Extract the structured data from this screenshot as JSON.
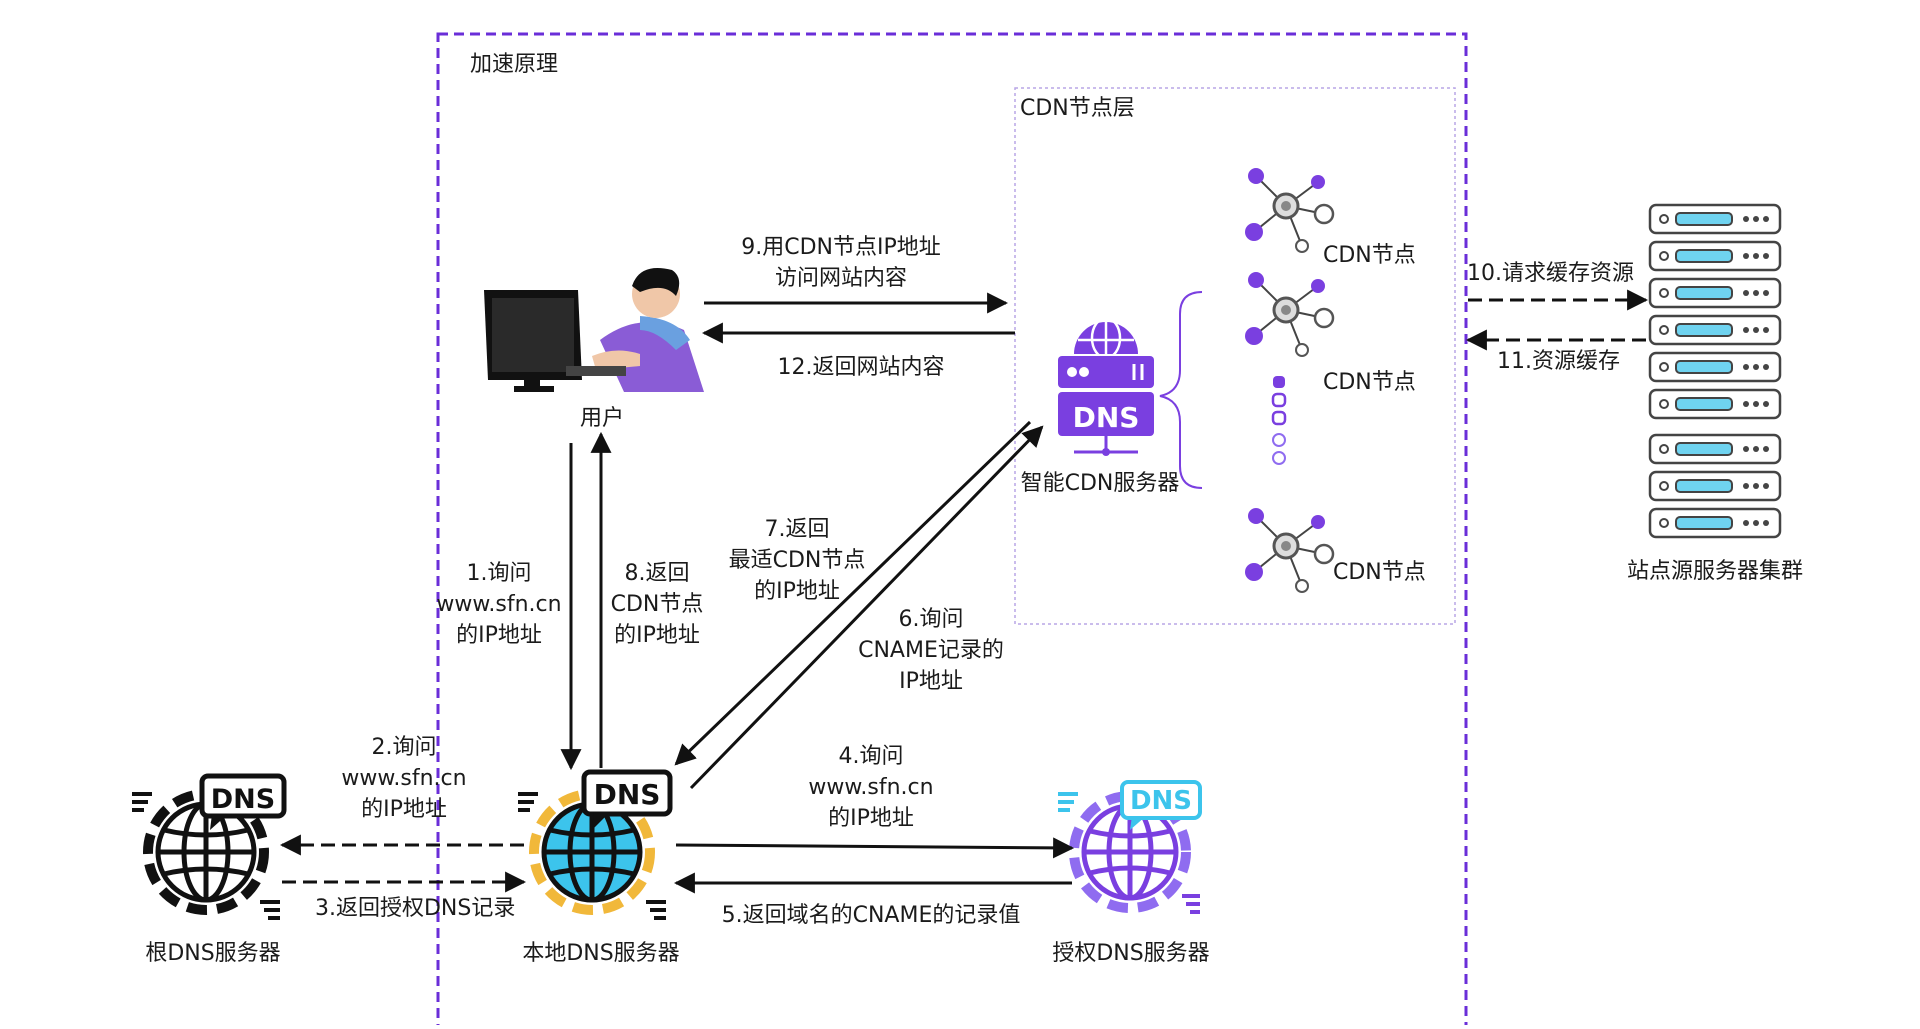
{
  "outer_box": {
    "title": "加速原理"
  },
  "cdn_layer": {
    "title": "CDN节点层"
  },
  "nodes": {
    "user": "用户",
    "smart_cdn": "智能CDN服务器",
    "cdn_node_1": "CDN节点",
    "cdn_node_2": "CDN节点",
    "cdn_node_3": "CDN节点",
    "origin_cluster": "站点源服务器集群",
    "root_dns": "根DNS服务器",
    "local_dns": "本地DNS服务器",
    "auth_dns": "授权DNS服务器"
  },
  "dns_badge": "DNS",
  "steps": {
    "s1": [
      "1.询问",
      "www.sfn.cn",
      "的IP地址"
    ],
    "s2": [
      "2.询问",
      "www.sfn.cn",
      "的IP地址"
    ],
    "s3": "3.返回授权DNS记录",
    "s4": [
      "4.询问",
      "www.sfn.cn",
      "的IP地址"
    ],
    "s5": "5.返回域名的CNAME的记录值",
    "s6": [
      "6.询问",
      "CNAME记录的",
      "IP地址"
    ],
    "s7": [
      "7.返回",
      "最适CDN节点",
      "的IP地址"
    ],
    "s8": [
      "8.返回",
      "CDN节点",
      "的IP地址"
    ],
    "s9": [
      "9.用CDN节点IP地址",
      "访问网站内容"
    ],
    "s10": "10.请求缓存资源",
    "s11": "11.资源缓存",
    "s12": "12.返回网站内容"
  },
  "colors": {
    "outer_border": "#6a2ed8",
    "cdn_border": "#b9a6e6",
    "purple": "#7a3fe0",
    "light_purple": "#8f6cf0",
    "globe_blue": "#3cc4ec",
    "gear_gold": "#f1b83a",
    "server_border": "#444444",
    "server_accent": "#6fd3f0"
  }
}
